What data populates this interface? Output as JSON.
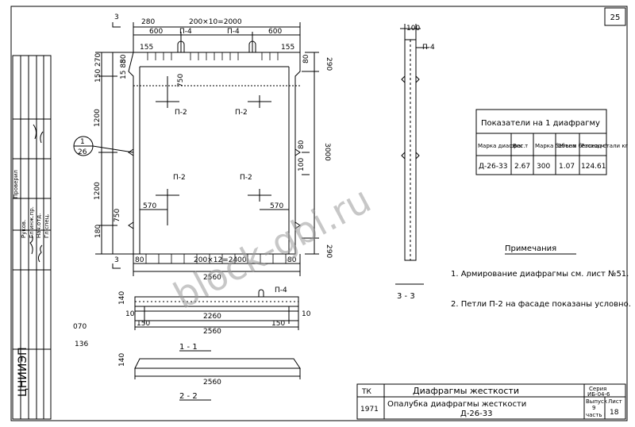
{
  "sheet": {
    "page_number": "25",
    "watermark": "block-gbi.ru"
  },
  "facade": {
    "section_mark_top": "3",
    "section_mark_bottom": "3",
    "dim_280": "280",
    "dim_pitch_top": "200×10=2000",
    "dim_600_left": "600",
    "dim_600_right": "600",
    "loop_p4_left": "П-4",
    "loop_p4_right": "П-4",
    "dim_155_left": "155",
    "dim_155_right": "155",
    "dim_290_top": "290",
    "dim_150_270": "150 270",
    "dim_15_85": "15 85",
    "dim_80_left": "80",
    "dim_80_right": "80",
    "dim_750_top": "750",
    "loop_p2_ul": "П-2",
    "loop_p2_ur": "П-2",
    "loop_p2_ll": "П-2",
    "loop_p2_lr": "П-2",
    "dim_1200_upper": "1200",
    "dim_1200_lower": "1200",
    "dim_3000": "3000",
    "dim_100": "100",
    "dim_80_mid": "80",
    "dim_750_bottom": "750",
    "dim_570_left": "570",
    "dim_570_right": "570",
    "dim_180": "180",
    "dim_290_bottom": "290",
    "dim_80_bl": "80",
    "dim_80_br": "80",
    "dim_pitch_bottom": "200×12=2400",
    "dim_2560": "2560",
    "callout_top": "1",
    "callout_bottom": "26"
  },
  "section_3_3": {
    "dim_100": "100",
    "loop_p4": "П-4",
    "title": "3 - 3"
  },
  "section_1_1": {
    "dim_140": "140",
    "loop_p4": "П-4",
    "dim_10_left": "10",
    "dim_150_left": "150",
    "dim_2260": "2260",
    "dim_150_right": "150",
    "dim_10_right": "10",
    "dim_2560": "2560",
    "title": "1 - 1",
    "side_note_1": "070",
    "side_note_2": "136"
  },
  "section_2_2": {
    "dim_140": "140",
    "dim_2560": "2560",
    "title": "2 - 2"
  },
  "indicators_table": {
    "title": "Показатели на 1 диафрагму",
    "headers": [
      "Марка диафраг.",
      "Вес т",
      "Марка бетона",
      "Объем бетона м³",
      "Расход стали кг"
    ],
    "row": [
      "Д-26-33",
      "2.67",
      "300",
      "1.07",
      "124.61"
    ]
  },
  "notes": {
    "heading": "Примечания",
    "items": [
      "1. Армирование диафрагмы см. лист №51.",
      "2. Петли П-2 на фасаде показаны условно."
    ]
  },
  "title_block": {
    "tk": "ТК",
    "year": "1971",
    "title_main": "Диафрагмы жесткости",
    "title_sub": "Опалубка диафрагмы жесткости",
    "mark": "Д-26-33",
    "series_label": "Серия",
    "series_value": "ИБ-04-6",
    "issue_label": "Выпуск",
    "issue_value": "9",
    "part_label": "часть I",
    "sheet_label": "Лист",
    "sheet_value": "18"
  },
  "side_stamp": {
    "org": "ЦНИИЭП",
    "checked": "Проверил",
    "rows": [
      "Руков.",
      "Гл.инж.пр.",
      "Нач.отд.",
      "Гл.спец."
    ]
  }
}
